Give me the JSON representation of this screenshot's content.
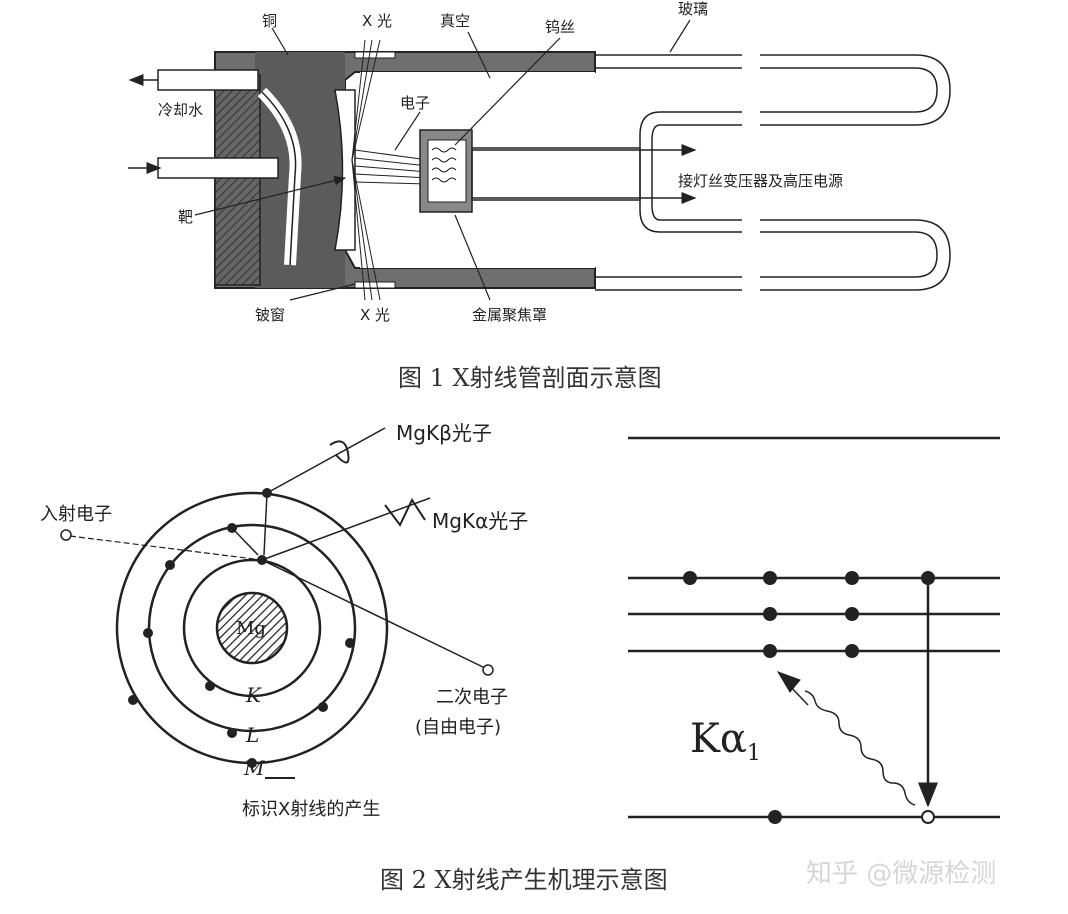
{
  "figure1": {
    "caption": "图 1 X射线管剖面示意图",
    "labels": {
      "copper": "铜",
      "xray_top": "X 光",
      "vacuum": "真空",
      "tungsten_filament": "钨丝",
      "glass": "玻璃",
      "cooling_water": "冷却水",
      "electron": "电子",
      "to_transformer": "接灯丝变压器及高压电源",
      "target": "靶",
      "beryllium_window": "铍窗",
      "xray_bottom": "X 光",
      "metal_focus_cup": "金属聚焦罩"
    }
  },
  "figure2": {
    "caption": "图 2 X射线产生机理示意图",
    "labels": {
      "mgk_beta": "MgKβ光子",
      "mgk_alpha": "MgKα光子",
      "incident_electron": "入射电子",
      "nucleus": "Mg",
      "shell_k": "K",
      "shell_l": "L",
      "shell_m": "M",
      "secondary_electron": "二次电子",
      "free_electron": "(自由电子)",
      "characteristic_title": "标识X射线的产生",
      "k_alpha_main": "Kα",
      "k_alpha_sub": "1"
    }
  },
  "watermark": "知乎 @微源检测"
}
